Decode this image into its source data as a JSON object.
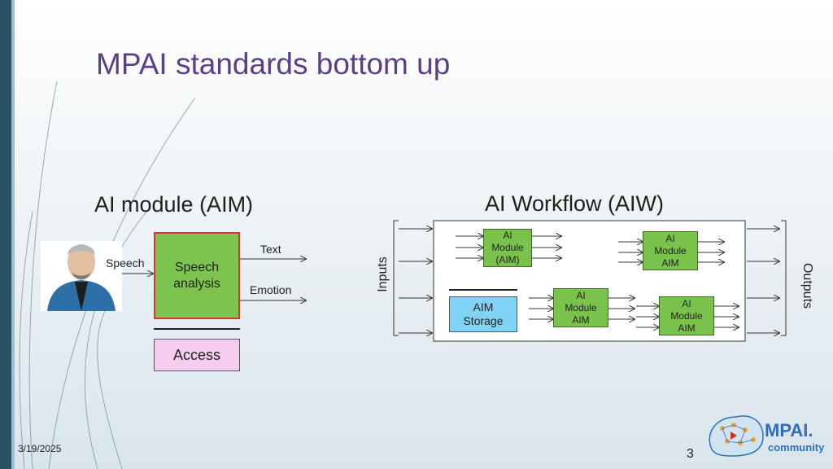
{
  "title": "MPAI standards bottom up",
  "aim_section": {
    "heading": "AI module (AIM)",
    "input_label": "Speech",
    "module_label_line1": "Speech",
    "module_label_line2": "analysis",
    "output1": "Text",
    "output2": "Emotion",
    "access_label": "Access"
  },
  "aiw_section": {
    "heading": "AI Workflow (AIW)",
    "inputs_label": "Inputs",
    "outputs_label": "Outputs",
    "module1": [
      "AI",
      "Module",
      "(AIM)"
    ],
    "module2": [
      "AI",
      "Module",
      "AIM"
    ],
    "module3": [
      "AI",
      "Module",
      "AIM"
    ],
    "module4": [
      "AI",
      "Module",
      "AIM"
    ],
    "storage": [
      "AIM",
      "Storage"
    ]
  },
  "footer": {
    "date": "3/19/2025",
    "page": "3",
    "logo_text1": "MPAI.",
    "logo_text2": "community"
  },
  "colors": {
    "title": "#5b3f86",
    "module_green": "#79c24b",
    "speech_box_green": "#7dc34f",
    "storage_blue": "#7fd4f5",
    "access_pink": "#f6cdf0",
    "logo_blue": "#2f6fb7"
  }
}
